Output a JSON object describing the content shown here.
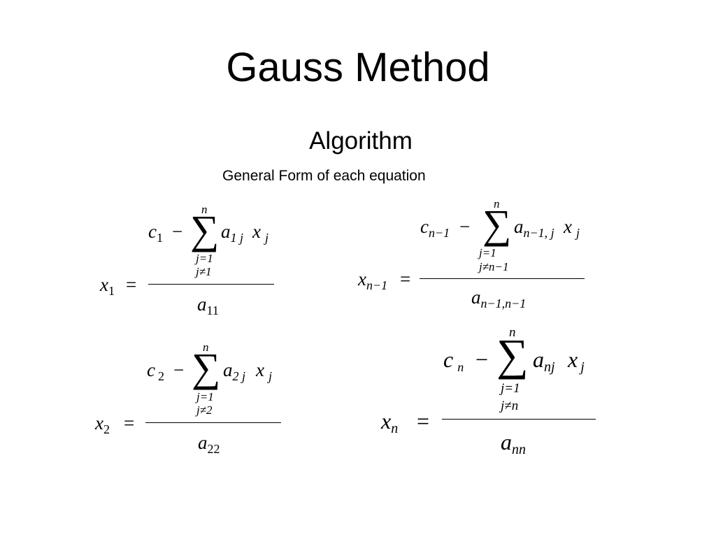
{
  "slide": {
    "title": "Gauss Method",
    "subtitle": "Algorithm",
    "caption": "General Form of each equation"
  },
  "equations": [
    {
      "lhs_var": "x",
      "lhs_sub": "1",
      "num_c": "c",
      "num_c_sub": "1",
      "minus": "−",
      "sigma": "∑",
      "sigma_upper": "n",
      "sigma_lower1": "j=1",
      "sigma_lower2": "j≠1",
      "term_a": "a",
      "term_a_sub": "1 j",
      "term_x": "x",
      "term_x_sub": "j",
      "equals": "=",
      "den_a": "a",
      "den_sub": "11"
    },
    {
      "lhs_var": "x",
      "lhs_sub": "2",
      "num_c": "c",
      "num_c_sub": "2",
      "minus": "−",
      "sigma": "∑",
      "sigma_upper": "n",
      "sigma_lower1": "j=1",
      "sigma_lower2": "j≠2",
      "term_a": "a",
      "term_a_sub": "2 j",
      "term_x": "x",
      "term_x_sub": "j",
      "equals": "=",
      "den_a": "a",
      "den_sub": "22"
    },
    {
      "lhs_var": "x",
      "lhs_sub": "n−1",
      "num_c": "c",
      "num_c_sub": "n−1",
      "minus": "−",
      "sigma": "∑",
      "sigma_upper": "n",
      "sigma_lower1": "j=1",
      "sigma_lower2": "j≠n−1",
      "term_a": "a",
      "term_a_sub": "n−1, j",
      "term_x": "x",
      "term_x_sub": "j",
      "equals": "=",
      "den_a": "a",
      "den_sub": "n−1,n−1"
    },
    {
      "lhs_var": "x",
      "lhs_sub": "n",
      "num_c": "c",
      "num_c_sub": "n",
      "minus": "−",
      "sigma": "∑",
      "sigma_upper": "n",
      "sigma_lower1": "j=1",
      "sigma_lower2": "j≠n",
      "term_a": "a",
      "term_a_sub": "nj",
      "term_x": "x",
      "term_x_sub": "j",
      "equals": "=",
      "den_a": "a",
      "den_sub": "nn"
    }
  ]
}
